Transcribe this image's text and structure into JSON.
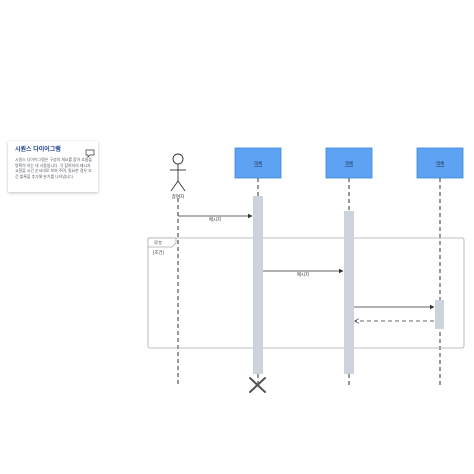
{
  "note": {
    "title": "시퀀스 다이어그램",
    "body": "시퀀스 다이어그램은 구성의 개요를 잡아 흐름을 명확히 하는 데 사용됩니다. 각 참여자의 메시지 교환을 시간 순서대로 보여 주며, 필요한 경우 조건 블록을 추가해 분기를 나타냅니다."
  },
  "actor": {
    "label": "참여자"
  },
  "participants": [
    {
      "label": "객체"
    },
    {
      "label": "객체"
    },
    {
      "label": "객체"
    }
  ],
  "messages": [
    {
      "label": "메시지"
    },
    {
      "label": "메시지"
    },
    {
      "label": ""
    },
    {
      "label": ""
    }
  ],
  "fragment": {
    "operator": "루프",
    "guard": "[조건]"
  },
  "colors": {
    "participant_fill": "#5ea3f3",
    "participant_border": "#3f86d8",
    "activation": "#cdd3dc",
    "line": "#333333",
    "fragment_border": "#aaaaaa",
    "note_title": "#1d3f8f"
  },
  "icons": {
    "note": "comment-icon",
    "destroy": "destroy-x-icon",
    "actor": "stick-figure-icon"
  }
}
